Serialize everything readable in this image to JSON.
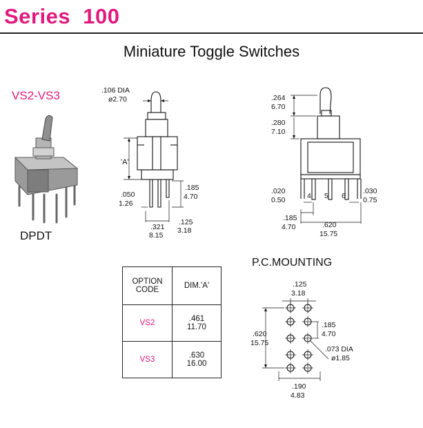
{
  "header": {
    "series": "Series  100",
    "title": "Miniature Toggle Switches"
  },
  "product": {
    "model": "VS2-VS3",
    "configuration": "DPDT"
  },
  "side_view": {
    "lever_dia_in": ".106  DIA",
    "lever_dia_mm": "ø2.70",
    "dim_a": "'A'",
    "pin_width_in": ".050",
    "pin_width_mm": "1.26",
    "pin_length_in": ".185",
    "pin_length_mm": "4.70",
    "width_in": ".321",
    "width_mm": "8.15",
    "pin_pitch_in": ".125",
    "pin_pitch_mm": "3.18"
  },
  "front_view": {
    "lever_in": ".264",
    "lever_mm": "6.70",
    "bushing_in": ".280",
    "bushing_mm": "7.10",
    "pin_thick_in": ".020",
    "pin_thick_mm": "0.50",
    "pin_thick2_in": ".030",
    "pin_thick2_mm": "0.75",
    "pin_spacing_in": ".185",
    "pin_spacing_mm": "4.70",
    "body_in": ".620",
    "body_mm": "15.75",
    "pin_numbers": [
      "4",
      "5",
      "6"
    ]
  },
  "option_table": {
    "header_option": "OPTION",
    "header_code": "CODE",
    "header_dim": "DIM.'A'",
    "rows": [
      {
        "code": "VS2",
        "dim_in": ".461",
        "dim_mm": "11.70"
      },
      {
        "code": "VS3",
        "dim_in": ".630",
        "dim_mm": "16.00"
      }
    ]
  },
  "pc_mounting": {
    "title": "P.C.MOUNTING",
    "pitch_in": ".125",
    "pitch_mm": "3.18",
    "height_in": ".620",
    "height_mm": "15.75",
    "row_in": ".185",
    "row_mm": "4.70",
    "hole_in": ".073  DIA",
    "hole_mm": "ø1.85",
    "bottom_in": ".190",
    "bottom_mm": "4.83"
  },
  "colors": {
    "accent": "#e0197d",
    "ink": "#111111"
  }
}
